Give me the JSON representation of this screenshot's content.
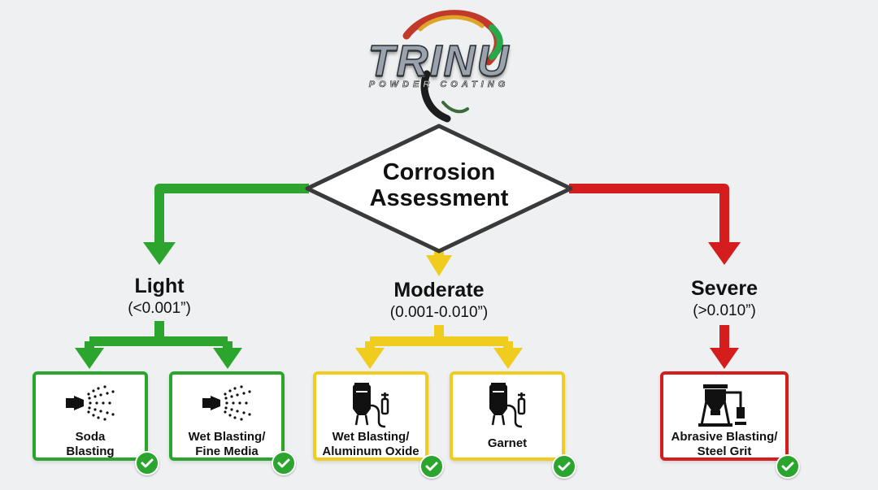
{
  "logo": {
    "wordmark": "TRINU",
    "tagline": "POWDER COATING"
  },
  "root": {
    "line1": "Corrosion",
    "line2": "Assessment"
  },
  "categories": [
    {
      "name": "Light",
      "range": "(<0.001”)",
      "color": "#2ba52e"
    },
    {
      "name": "Moderate",
      "range": "(0.001-0.010”)",
      "color": "#f0cc1e"
    },
    {
      "name": "Severe",
      "range": "(>0.010”)",
      "color": "#d51d1d"
    }
  ],
  "methods": [
    {
      "line1": "Soda",
      "line2": "Blasting",
      "icon": "spray-nozzle-icon",
      "category": "Light"
    },
    {
      "line1": "Wet Blasting/",
      "line2": "Fine Media",
      "icon": "spray-nozzle-icon",
      "category": "Light"
    },
    {
      "line1": "Wet Blasting/",
      "line2": "Aluminum Oxide",
      "icon": "blast-pot-icon",
      "category": "Moderate"
    },
    {
      "line1": "Garnet",
      "line2": "",
      "icon": "blast-pot-icon",
      "category": "Moderate"
    },
    {
      "line1": "Abrasive Blasting/",
      "line2": "Steel Grit",
      "icon": "blast-cabinet-icon",
      "category": "Severe"
    }
  ],
  "colors": {
    "light": "#2ba52e",
    "moderate": "#f0cc1e",
    "severe": "#d51d1d",
    "check": "#2ba52e"
  }
}
